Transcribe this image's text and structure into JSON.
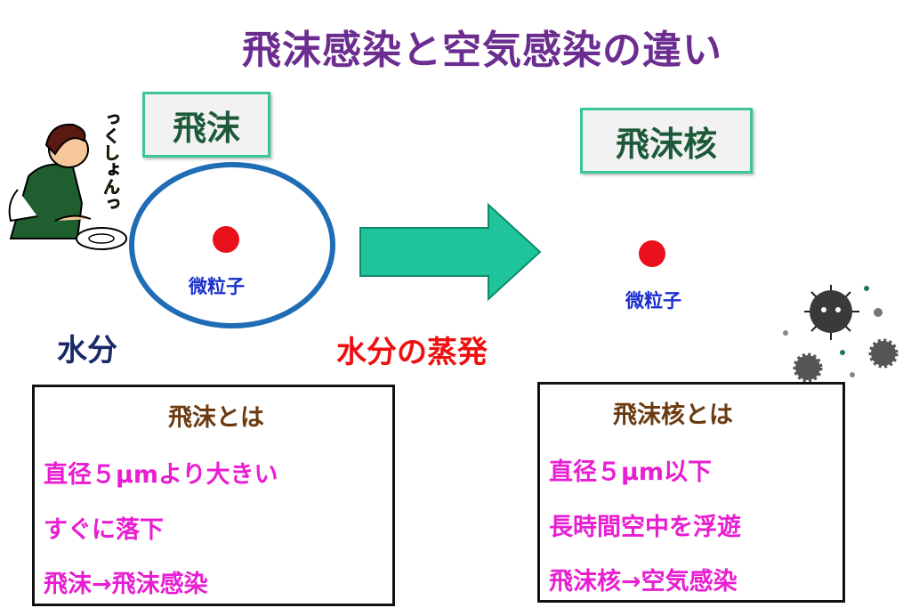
{
  "title": "飛沫感染と空気感染の違い",
  "left": {
    "label": "飛沫",
    "particle": "微粒子",
    "water": "水分",
    "sneeze": "っくしょんっ"
  },
  "arrow_label": "水分の蒸発",
  "right": {
    "label": "飛沫核",
    "particle": "微粒子"
  },
  "info_droplet": {
    "heading": "飛沫とは",
    "items": [
      "直径５μmより大きい",
      "すぐに落下",
      "飛沫→飛沫感染"
    ]
  },
  "info_nucleus": {
    "heading": "飛沫核とは",
    "items": [
      "直径５μm以下",
      "長時間空中を浮遊",
      "飛沫核→空気感染"
    ]
  },
  "colors": {
    "title": "#6b2d8f",
    "label_border": "#3cc49a",
    "ellipse": "#1f6db5",
    "arrow": "#1fc49a",
    "evap": "#ee1010",
    "item": "#e81ed2"
  }
}
